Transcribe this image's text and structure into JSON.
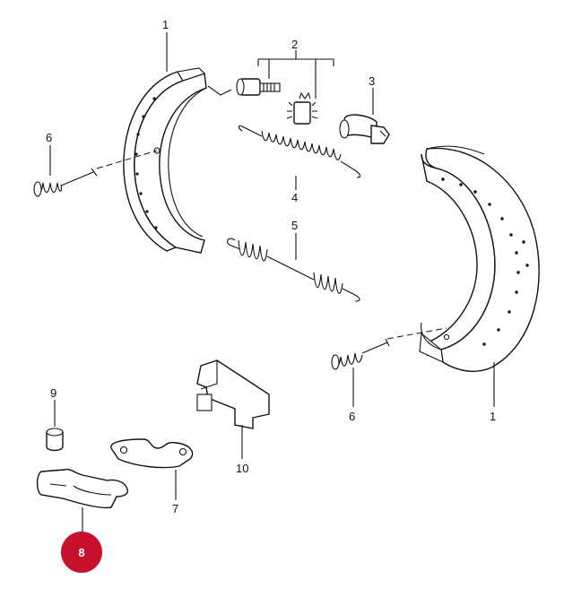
{
  "labels": {
    "shoe_left": "1",
    "shoe_right": "1",
    "adjuster_group": "2",
    "adjuster_sleeve": "3",
    "upper_spring": "4",
    "lower_spring": "5",
    "pin_left": "6",
    "pin_right": "6",
    "plate": "7",
    "lever": "8",
    "cap": "9",
    "bracket": "10"
  },
  "colors": {
    "highlight_badge": "#c8102e",
    "line": "#111111"
  }
}
